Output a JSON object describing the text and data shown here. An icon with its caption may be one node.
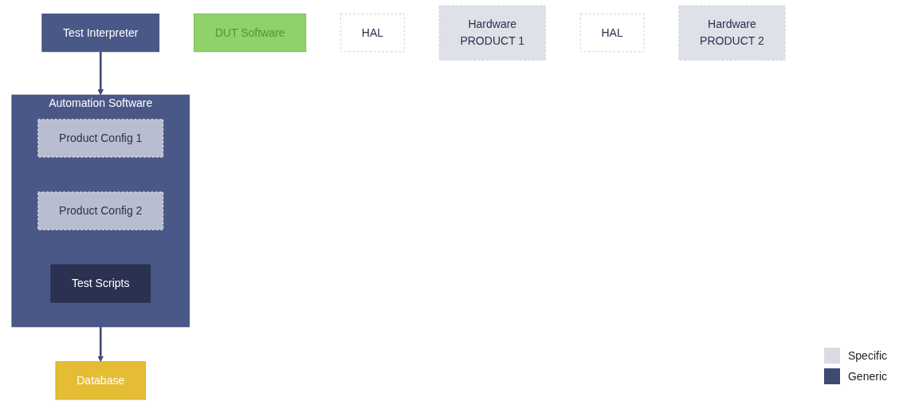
{
  "diagram": {
    "nodes": [
      {
        "text": [
          "Automation Software"
        ]
      },
      {
        "text": [
          "Product Config 1"
        ],
        "in": 0
      },
      {
        "text": [
          "Product Config 2"
        ],
        "in": 0
      },
      {
        "text": [
          "Test Scripts"
        ],
        "in": 0
      },
      {
        "text": [
          "Database"
        ]
      },
      {
        "text": [
          "Test Interpreter"
        ]
      },
      {
        "text": [
          "DUT Software"
        ]
      },
      {
        "text": [
          "HAL"
        ]
      },
      {
        "text": [
          "Hardware",
          "PRODUCT 1"
        ]
      },
      {
        "text": [
          "HAL"
        ]
      },
      {
        "text": [
          "Hardware",
          "PRODUCT 2"
        ]
      }
    ],
    "edges": [
      {
        "from": 0,
        "to": 4,
        "arrow": "to"
      },
      {
        "from": 5,
        "to": 0,
        "arrow": "to"
      }
    ],
    "legend": [
      {
        "text": "Specific",
        "color": "#d9dbe4"
      },
      {
        "text": "Generic",
        "color": "#3f4a73"
      }
    ]
  }
}
